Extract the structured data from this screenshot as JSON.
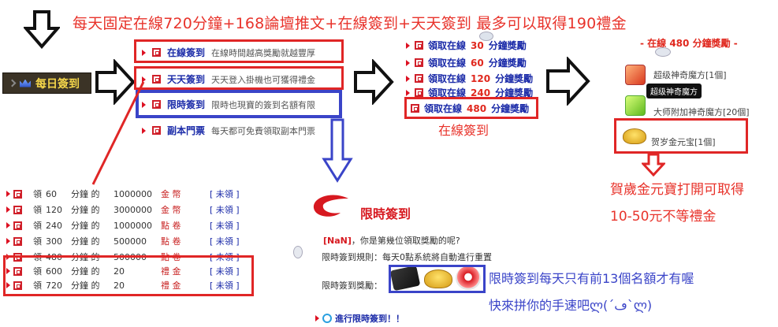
{
  "headline": "每天固定在線720分鐘+168論壇推文+在線簽到+天天簽到 最多可以取得190禮金",
  "daily_button": {
    "label": "每日簽到"
  },
  "menu": [
    {
      "title": "在線簽到",
      "desc": "在線時間越高獎勵就越豐厚"
    },
    {
      "title": "天天簽到",
      "desc": "天天登入掛機也可獲得禮金"
    },
    {
      "title": "限時簽到",
      "desc": "限時也現寶的簽到名額有限"
    },
    {
      "title": "副本門票",
      "desc": "每天都可免費領取副本門票"
    }
  ],
  "online_rewards": [
    {
      "prefix": "領取在線",
      "num": "30",
      "suffix": "分鐘獎勵"
    },
    {
      "prefix": "領取在線",
      "num": "60",
      "suffix": "分鐘獎勵"
    },
    {
      "prefix": "領取在線",
      "num": "120",
      "suffix": "分鐘獎勵"
    },
    {
      "prefix": "領取在線",
      "num": "240",
      "suffix": "分鐘獎勵"
    },
    {
      "prefix": "領取在線",
      "num": "480",
      "suffix": "分鐘獎勵"
    }
  ],
  "online_note": "在線簽到",
  "reward_panel": {
    "title": "- 在線 480 分鐘獎勵 -",
    "items": [
      "超级神奇魔方[1個]",
      "大师附加神奇魔方[20個]",
      "贺岁金元宝[1個]"
    ],
    "tooltip": "超级神奇魔方"
  },
  "gold_note_line1": "賀歲金元寶打開可取得",
  "gold_note_line2": "10-50元不等禮金",
  "table_rows": [
    {
      "a": "領",
      "m": "60",
      "b": "分鐘 的",
      "q": "1000000",
      "u": "金 幣",
      "s": "[ 未領 ]"
    },
    {
      "a": "領",
      "m": "120",
      "b": "分鐘 的",
      "q": "3000000",
      "u": "金 幣",
      "s": "[ 未領 ]"
    },
    {
      "a": "領",
      "m": "240",
      "b": "分鐘 的",
      "q": "1000000",
      "u": "點 卷",
      "s": "[ 未領 ]"
    },
    {
      "a": "領",
      "m": "300",
      "b": "分鐘 的",
      "q": "500000",
      "u": "點 卷",
      "s": "[ 未領 ]"
    },
    {
      "a": "領",
      "m": "480",
      "b": "分鐘 的",
      "q": "500000",
      "u": "點 卷",
      "s": "[ 未領 ]"
    },
    {
      "a": "領",
      "m": "600",
      "b": "分鐘 的",
      "q": "20",
      "u": "禮 金",
      "s": "[ 未領 ]"
    },
    {
      "a": "領",
      "m": "720",
      "b": "分鐘 的",
      "q": "20",
      "u": "禮 金",
      "s": "[ 未領 ]"
    }
  ],
  "timed": {
    "title": "限時簽到",
    "user_line_name": "[NaN]",
    "user_line_rest": "，你是第幾位領取獎勵的呢?",
    "rules": "限時簽到規則：每天0點系統將自動進行重置",
    "reward_label": "限時簽到獎勵：",
    "action": "進行限時簽到！！"
  },
  "timed_note_line1": "限時簽到每天只有前13個名額才有喔",
  "timed_note_line2": "快來拼你的手速吧ლ(´ڡ`ლ)"
}
